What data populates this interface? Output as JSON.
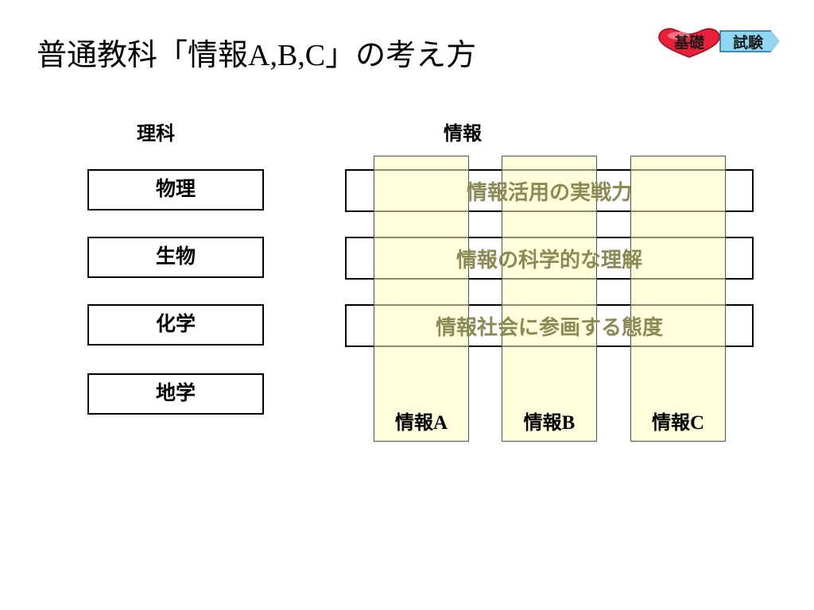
{
  "title": {
    "prefix": "普通教科「情報",
    "latin": "A,B,C",
    "suffix": "」の考え方"
  },
  "badges": {
    "kiso": "基礎",
    "shiken": "試験",
    "kiso_color": "#e8203a",
    "shiken_color": "#8fd6f2"
  },
  "headings": {
    "science": "理科",
    "information": "情報"
  },
  "science_subjects": [
    "物理",
    "生物",
    "化学",
    "地学"
  ],
  "information_rows": [
    "情報活用の実戦力",
    "情報の科学的な理解",
    "情報社会に参画する態度"
  ],
  "columns": [
    {
      "prefix": "情報",
      "letter": "A"
    },
    {
      "prefix": "情報",
      "letter": "B"
    },
    {
      "prefix": "情報",
      "letter": "C"
    }
  ],
  "colors": {
    "column_fill": "#ffffbe",
    "row_text": "#8a8a55"
  }
}
